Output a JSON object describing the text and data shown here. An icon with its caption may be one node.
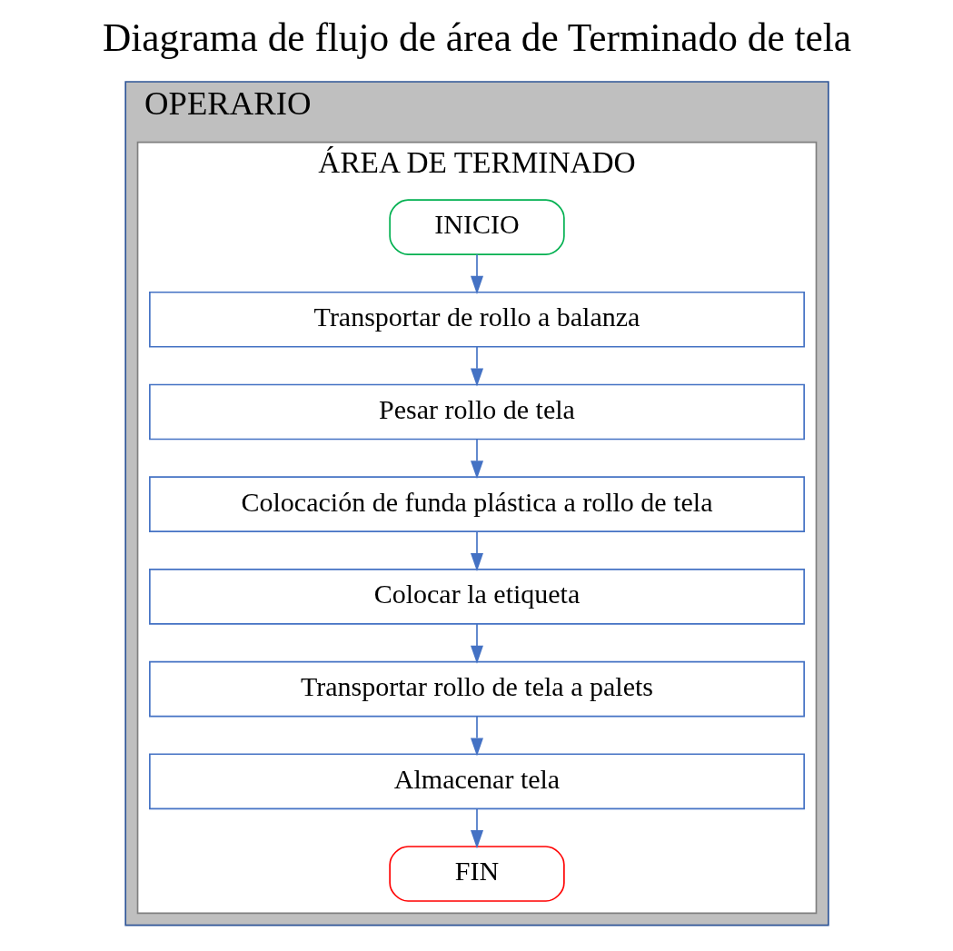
{
  "diagram": {
    "title": "Diagrama de flujo de área de Terminado de tela",
    "nodes": [
      {
        "text": [
          "OPERARIO"
        ]
      },
      {
        "text": [
          "ÁREA DE TERMINADO"
        ],
        "in": 0
      },
      {
        "text": [
          "INICIO"
        ],
        "in": 1
      },
      {
        "text": [
          "Transportar de rollo a balanza"
        ],
        "in": 1
      },
      {
        "text": [
          "Pesar rollo de tela"
        ],
        "in": 1
      },
      {
        "text": [
          "Colocación de funda plástica a rollo de tela"
        ],
        "in": 1
      },
      {
        "text": [
          "Colocar la etiqueta"
        ],
        "in": 1
      },
      {
        "text": [
          "Transportar rollo de tela a palets"
        ],
        "in": 1
      },
      {
        "text": [
          "Almacenar tela"
        ],
        "in": 1
      },
      {
        "text": [
          "FIN"
        ],
        "in": 1
      }
    ],
    "edges": [
      {
        "from": 2,
        "to": 3,
        "arrow": "to"
      },
      {
        "from": 3,
        "to": 4,
        "arrow": "to"
      },
      {
        "from": 4,
        "to": 5,
        "arrow": "to"
      },
      {
        "from": 5,
        "to": 6,
        "arrow": "to"
      },
      {
        "from": 6,
        "to": 7,
        "arrow": "to"
      },
      {
        "from": 7,
        "to": 8,
        "arrow": "to"
      },
      {
        "from": 8,
        "to": 9,
        "arrow": "to"
      }
    ]
  }
}
